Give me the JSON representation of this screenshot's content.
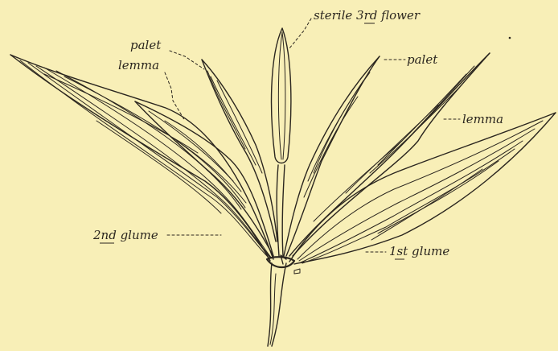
{
  "figure": {
    "labels": {
      "sterile_flower": {
        "prefix": "sterile 3",
        "sup": "rd",
        "suffix": " flower"
      },
      "palet_left": "palet",
      "lemma_left": "lemma",
      "palet_right": "palet",
      "lemma_right": "lemma",
      "glume_2nd": {
        "prefix": "2",
        "sup": "nd",
        "suffix": " glume"
      },
      "glume_1st": {
        "prefix": "1",
        "sup": "st",
        "suffix": " glume"
      }
    },
    "colors": {
      "paper": "#f8efb7",
      "ink": "#2b261f"
    }
  }
}
